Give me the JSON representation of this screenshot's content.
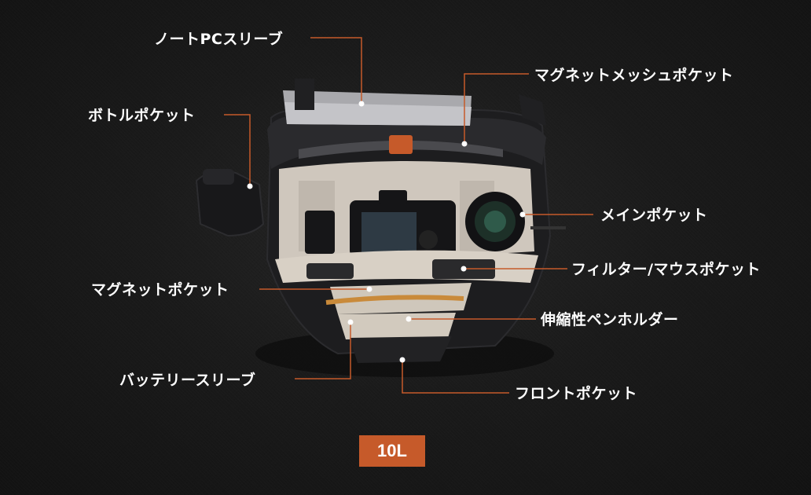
{
  "labels": {
    "laptop_sleeve": "ノートPCスリーブ",
    "magnet_mesh_pocket": "マグネットメッシュポケット",
    "bottle_pocket": "ボトルポケット",
    "main_pocket": "メインポケット",
    "filter_mouse_pocket": "フィルター/マウスポケット",
    "magnet_pocket": "マグネットポケット",
    "elastic_pen_holder": "伸縮性ペンホルダー",
    "battery_sleeve": "バッテリースリーブ",
    "front_pocket": "フロントポケット"
  },
  "badge": "10L",
  "colors": {
    "accent": "#c65a2a",
    "background": "#1a1a1a",
    "text": "#ffffff"
  }
}
